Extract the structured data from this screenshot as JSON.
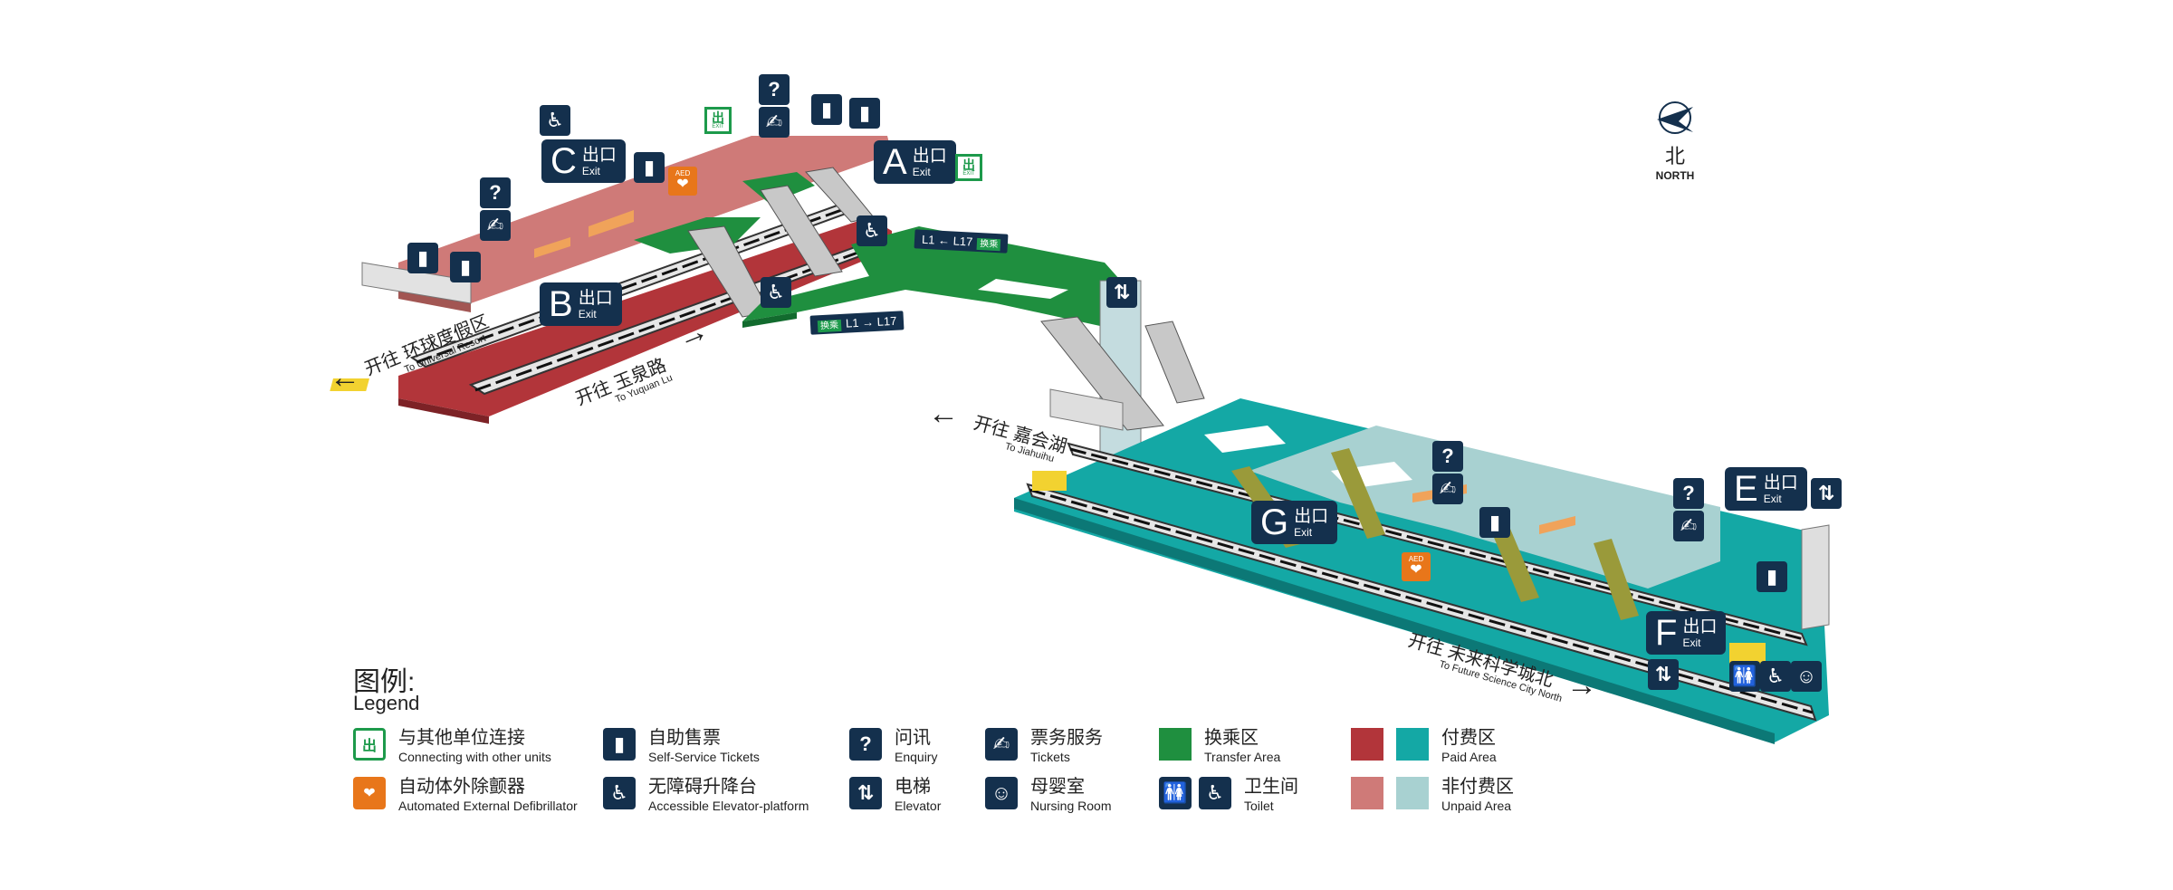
{
  "north": {
    "zh": "北",
    "en": "NORTH",
    "icon": "compass-arrow-icon"
  },
  "exits": {
    "A": {
      "letter": "A",
      "zh": "出口",
      "en": "Exit"
    },
    "B": {
      "letter": "B",
      "zh": "出口",
      "en": "Exit"
    },
    "C": {
      "letter": "C",
      "zh": "出口",
      "en": "Exit"
    },
    "E": {
      "letter": "E",
      "zh": "出口",
      "en": "Exit"
    },
    "F": {
      "letter": "F",
      "zh": "出口",
      "en": "Exit"
    },
    "G": {
      "letter": "G",
      "zh": "出口",
      "en": "Exit"
    }
  },
  "directions": {
    "universal": {
      "zh": "开往 环球度假区",
      "en": "To Universal Resort"
    },
    "yuquanlu": {
      "zh": "开往 玉泉路",
      "en": "To Yuquan Lu"
    },
    "jiahuihu": {
      "zh": "开往 嘉会湖",
      "en": "To Jiahuihu"
    },
    "future": {
      "zh": "开往 未来科学城北",
      "en": "To Future Science City North"
    }
  },
  "transfer_signs": {
    "top": {
      "text": "L1 ← L17",
      "tag": "换乘"
    },
    "bottom": {
      "text": "L1 → L17",
      "tag": "换乘"
    }
  },
  "aed_label": "AED",
  "exit_box_label": "出",
  "exit_box_sub": "EXIT",
  "colors": {
    "paid_red": "#b2353a",
    "unpaid_red": "#cf7a78",
    "paid_teal": "#14a8a5",
    "unpaid_teal": "#a8d1d1",
    "transfer_green": "#1f8f3f",
    "navy": "#14304d",
    "aed_orange": "#e8761a"
  },
  "legend": {
    "title": "图例:",
    "subtitle": "Legend",
    "items": [
      {
        "icon": "connecting-exit-icon",
        "zh": "与其他单位连接",
        "en": "Connecting with other units"
      },
      {
        "icon": "aed-icon",
        "zh": "自动体外除颤器",
        "en": "Automated External Defibrillator"
      },
      {
        "icon": "ticket-machine-icon",
        "zh": "自助售票",
        "en": "Self-Service Tickets"
      },
      {
        "icon": "accessible-lift-icon",
        "zh": "无障碍升降台",
        "en": "Accessible Elevator-platform"
      },
      {
        "icon": "question-icon",
        "zh": "问讯",
        "en": "Enquiry"
      },
      {
        "icon": "elevator-icon",
        "zh": "电梯",
        "en": "Elevator"
      },
      {
        "icon": "ticket-service-icon",
        "zh": "票务服务",
        "en": "Tickets"
      },
      {
        "icon": "nursing-room-icon",
        "zh": "母婴室",
        "en": "Nursing Room"
      },
      {
        "icon": "transfer-area-swatch",
        "zh": "换乘区",
        "en": "Transfer Area"
      },
      {
        "icon": "toilet-icon",
        "zh": "卫生间",
        "en": "Toilet"
      },
      {
        "icon": "paid-area-swatch",
        "zh": "付费区",
        "en": "Paid Area"
      },
      {
        "icon": "unpaid-area-swatch",
        "zh": "非付费区",
        "en": "Unpaid Area"
      }
    ]
  }
}
